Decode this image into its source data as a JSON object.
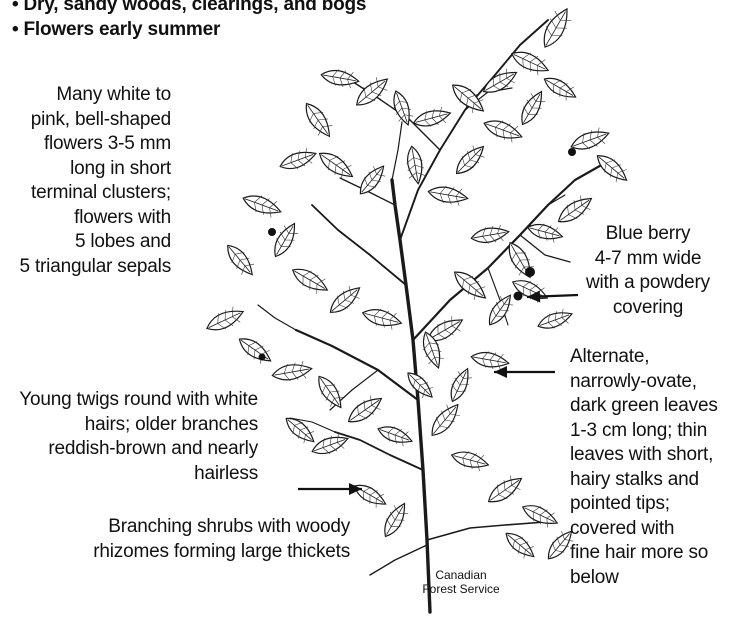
{
  "bullets": [
    "• Dry, sandy woods, clearings, and bogs",
    "• Flowers early summer"
  ],
  "annotations": {
    "flowers": [
      "Many white to",
      "pink, bell-shaped",
      "flowers 3-5 mm",
      "long in short",
      "terminal clusters;",
      "flowers with",
      "5 lobes and",
      "5 triangular sepals"
    ],
    "berry": [
      "Blue berry",
      "4-7 mm wide",
      "with a powdery",
      "covering"
    ],
    "twigs": [
      "Young twigs round with white",
      "hairs; older branches",
      "reddish-brown and nearly",
      "hairless"
    ],
    "leaves": [
      "Alternate,",
      "narrowly-ovate,",
      "dark green leaves",
      "1-3 cm long; thin",
      "leaves with short,",
      "hairy stalks and",
      "pointed tips;",
      "covered with",
      "fine hair more so",
      "below"
    ],
    "shrub": [
      "Branching shrubs with woody",
      "rhizomes forming large thickets"
    ]
  },
  "credit": [
    "Canadian",
    "Forest Service"
  ]
}
